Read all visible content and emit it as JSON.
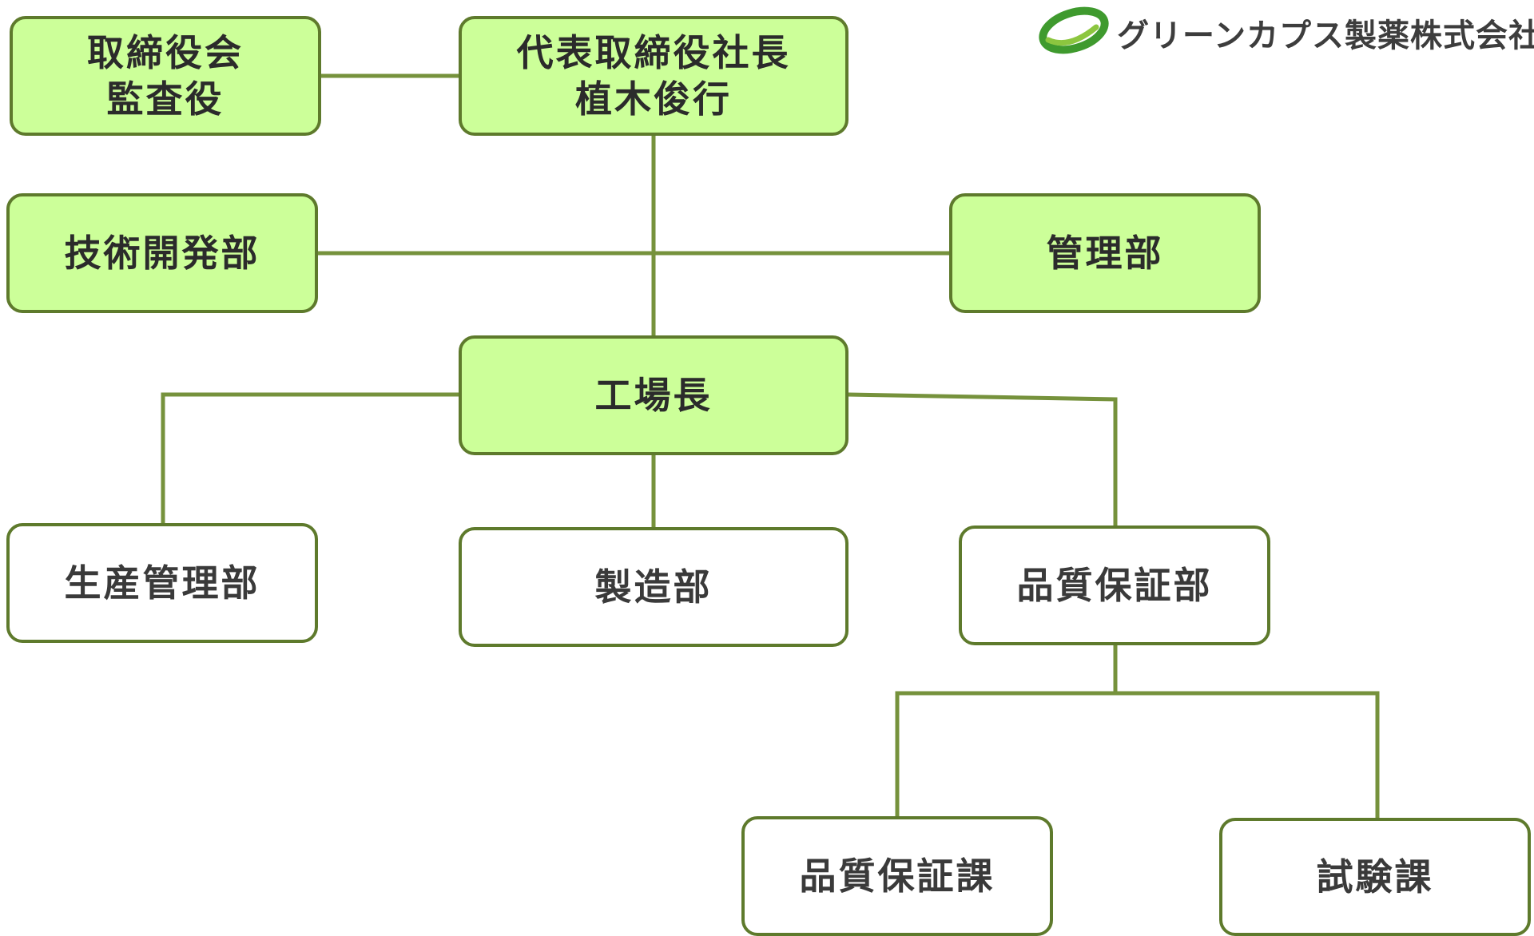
{
  "company": {
    "name": "グリーンカプス製薬株式会社",
    "colors": {
      "logo_green": "#3f9a2e",
      "logo_light": "#8cc63f"
    }
  },
  "chart": {
    "colors": {
      "line": "#76923c",
      "border": "#5e7a2c",
      "fill_green": "#ccff99",
      "fill_white": "#ffffff"
    },
    "nodes": {
      "auditor": "取締役会\n監査役",
      "president": "代表取締役社長\n植木俊行",
      "rnd": "技術開発部",
      "admin": "管理部",
      "plant_manager": "工場長",
      "production_control": "生産管理部",
      "manufacturing": "製造部",
      "quality_assurance_dept": "品質保証部",
      "quality_assurance_section": "品質保証課",
      "testing_section": "試験課"
    }
  }
}
